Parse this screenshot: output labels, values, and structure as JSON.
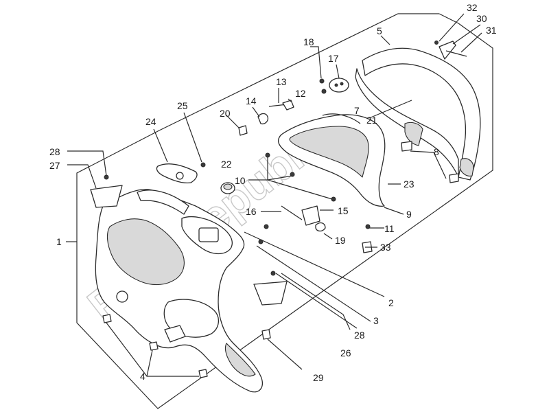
{
  "callouts": [
    {
      "id": "c1",
      "text": "1"
    },
    {
      "id": "c2",
      "text": "2"
    },
    {
      "id": "c3",
      "text": "3"
    },
    {
      "id": "c4",
      "text": "4"
    },
    {
      "id": "c5",
      "text": "5"
    },
    {
      "id": "c7",
      "text": "7"
    },
    {
      "id": "c8",
      "text": "8"
    },
    {
      "id": "c9",
      "text": "9"
    },
    {
      "id": "c10",
      "text": "10"
    },
    {
      "id": "c11",
      "text": "11"
    },
    {
      "id": "c12",
      "text": "12"
    },
    {
      "id": "c13",
      "text": "13"
    },
    {
      "id": "c14",
      "text": "14"
    },
    {
      "id": "c15",
      "text": "15"
    },
    {
      "id": "c16",
      "text": "16"
    },
    {
      "id": "c17",
      "text": "17"
    },
    {
      "id": "c18",
      "text": "18"
    },
    {
      "id": "c19",
      "text": "19"
    },
    {
      "id": "c20",
      "text": "20"
    },
    {
      "id": "c21",
      "text": "21"
    },
    {
      "id": "c22",
      "text": "22"
    },
    {
      "id": "c23",
      "text": "23"
    },
    {
      "id": "c24",
      "text": "24"
    },
    {
      "id": "c25",
      "text": "25"
    },
    {
      "id": "c26",
      "text": "26"
    },
    {
      "id": "c27",
      "text": "27"
    },
    {
      "id": "c28a",
      "text": "28"
    },
    {
      "id": "c28b",
      "text": "28"
    },
    {
      "id": "c29",
      "text": "29"
    },
    {
      "id": "c30",
      "text": "30"
    },
    {
      "id": "c31",
      "text": "31"
    },
    {
      "id": "c32",
      "text": "32"
    },
    {
      "id": "c33",
      "text": "33"
    }
  ],
  "watermark": "PartsRepublik"
}
